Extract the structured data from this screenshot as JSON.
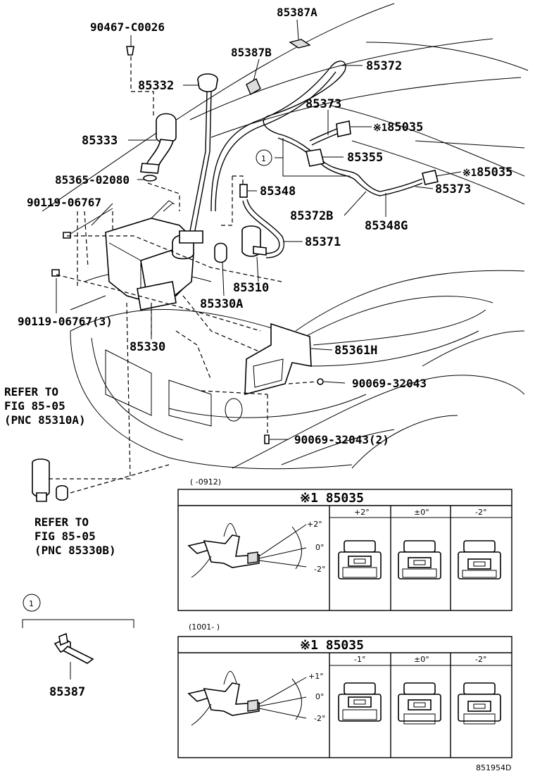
{
  "labels": {
    "p90467": "90467-C0026",
    "p85387A": "85387A",
    "p85387B": "85387B",
    "p85372": "85372",
    "p85332": "85332",
    "p85373a": "85373",
    "p85035a": "85035",
    "p85333": "85333",
    "p85355": "85355",
    "p85365": "85365-02080",
    "p85035b": "85035",
    "p85348": "85348",
    "p85373b": "85373",
    "p90119a": "90119-06767",
    "p85372B": "85372B",
    "p85348G": "85348G",
    "p85371": "85371",
    "p85310": "85310",
    "p85330A": "85330A",
    "p90119b": "90119-06767(3)",
    "p85330": "85330",
    "p85361H": "85361H",
    "p90069a": "90069-32043",
    "p90069b": "90069-32043(2)",
    "p85387": "85387"
  },
  "refs": {
    "mark_circle": "1",
    "mark_asterisk": "※1",
    "ref1": [
      "REFER TO",
      "FIG 85-05",
      "(PNC 85310A)"
    ],
    "ref2": [
      "REFER TO",
      "FIG 85-05",
      "(PNC 85330B)"
    ]
  },
  "table1": {
    "range": "(    -0912)",
    "title": "※1 85035",
    "angles": [
      "+2°",
      "0°",
      "-2°"
    ],
    "columns": [
      "+2°",
      "±0°",
      "-2°"
    ]
  },
  "table2": {
    "range": "(1001-    )",
    "title": "※1 85035",
    "angles": [
      "+1°",
      "0°",
      "-2°"
    ],
    "columns": [
      "-1°",
      "±0°",
      "-2°"
    ]
  },
  "diagram_code": "851954D"
}
